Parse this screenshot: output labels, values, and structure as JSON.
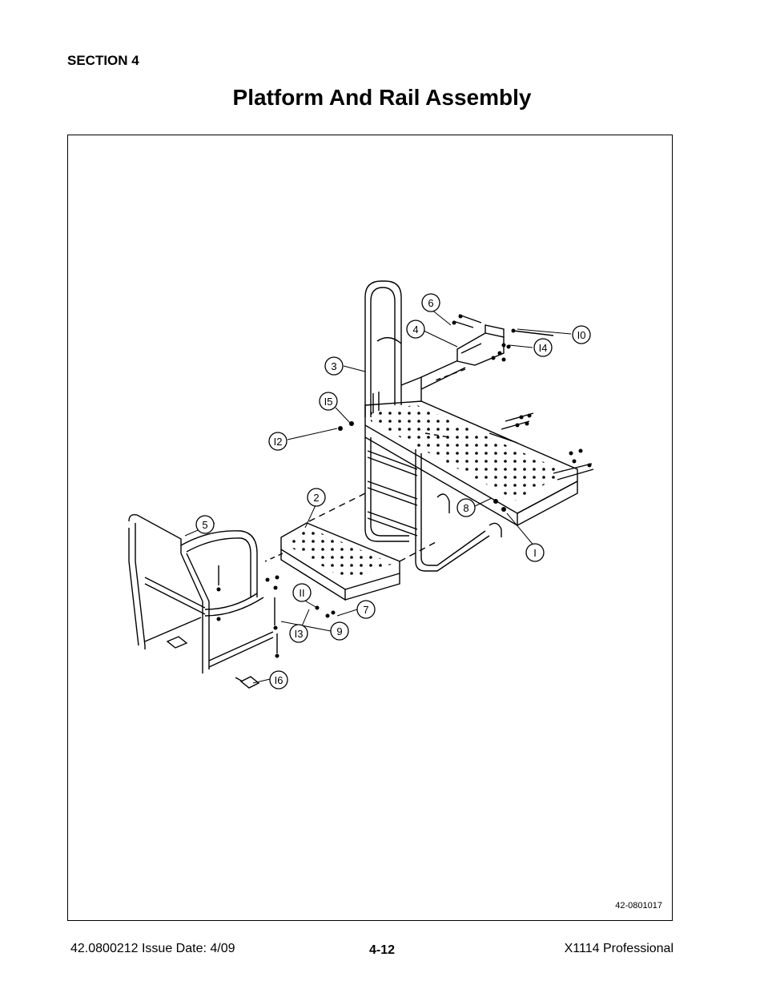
{
  "header": {
    "section": "SECTION 4",
    "title": "Platform And Rail Assembly"
  },
  "figure": {
    "drawing_number": "42-0801017",
    "callouts": [
      "1",
      "2",
      "3",
      "4",
      "5",
      "6",
      "7",
      "8",
      "9",
      "10",
      "11",
      "12",
      "13",
      "14",
      "15",
      "16"
    ],
    "callout_labels": {
      "c1": "I",
      "c2": "2",
      "c3": "3",
      "c4": "4",
      "c5": "5",
      "c6": "6",
      "c7": "7",
      "c8": "8",
      "c9": "9",
      "c10": "I0",
      "c11": "II",
      "c12": "I2",
      "c13": "I3",
      "c14": "I4",
      "c15": "I5",
      "c16": "I6"
    }
  },
  "footer": {
    "doc_info": "42.0800212  Issue Date: 4/09",
    "page_number": "4-12",
    "product": "X1114 Professional"
  }
}
